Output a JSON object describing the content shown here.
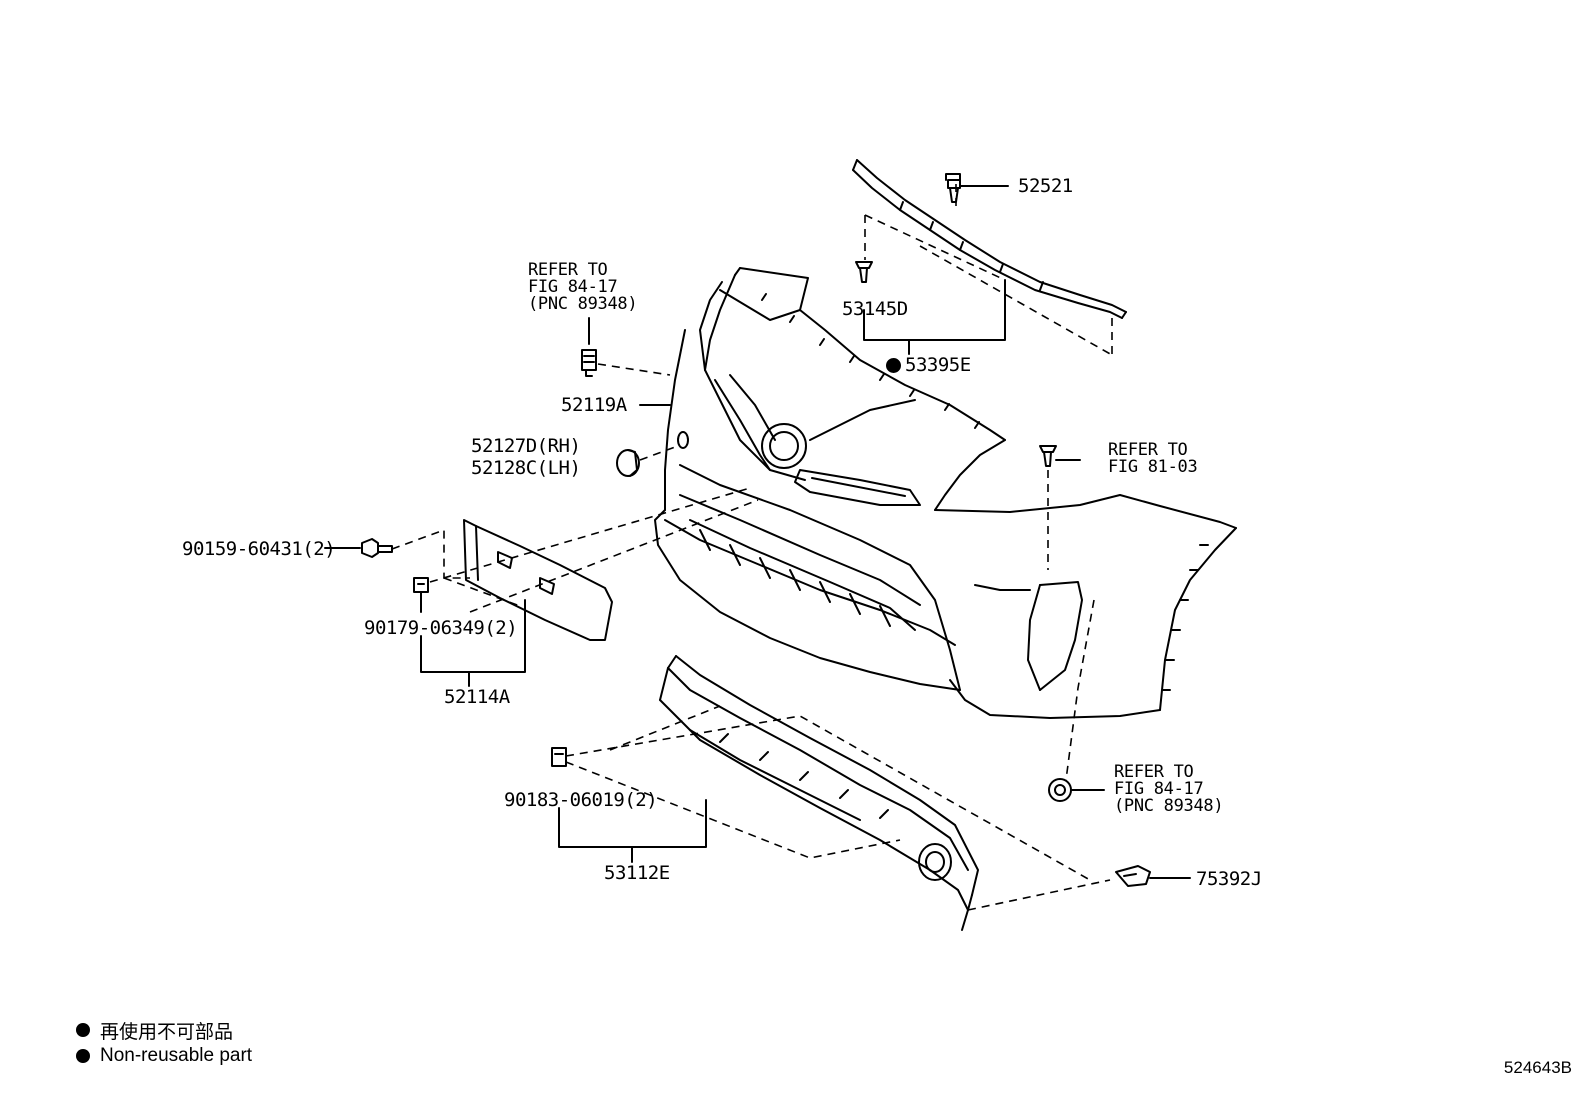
{
  "parts": {
    "p52521": "52521",
    "p53145d": "53145D",
    "p53395e": "53395E",
    "p52119a": "52119A",
    "p52127d": "52127D(RH)",
    "p52128c": "52128C(LH)",
    "p90159": "90159-60431(2)",
    "p90179": "90179-06349(2)",
    "p52114a": "52114A",
    "p90183": "90183-06019(2)",
    "p53112e": "53112E",
    "p75392j": "75392J"
  },
  "refs": {
    "ref_top": [
      "REFER TO",
      "FIG 84-17",
      "(PNC 89348)"
    ],
    "ref_right": [
      "REFER TO",
      "FIG 81-03"
    ],
    "ref_bottom": [
      "REFER TO",
      "FIG 84-17",
      "(PNC 89348)"
    ]
  },
  "legend": {
    "jp": "再使用不可部品",
    "en": "Non-reusable part"
  },
  "doc_id": "524643B"
}
